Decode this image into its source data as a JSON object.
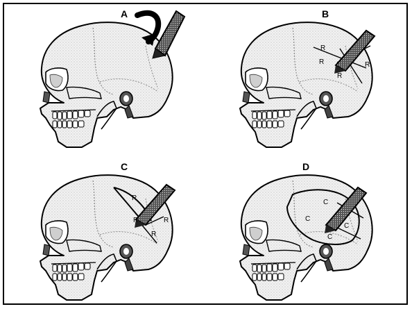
{
  "panels": [
    {
      "label": "A",
      "marks": []
    },
    {
      "label": "B",
      "marks": [
        "R",
        "R",
        "R",
        "R"
      ]
    },
    {
      "label": "C",
      "marks": [
        "R",
        "R",
        "R",
        "R"
      ]
    },
    {
      "label": "D",
      "marks": [
        "C",
        "C",
        "C",
        "C"
      ]
    }
  ]
}
